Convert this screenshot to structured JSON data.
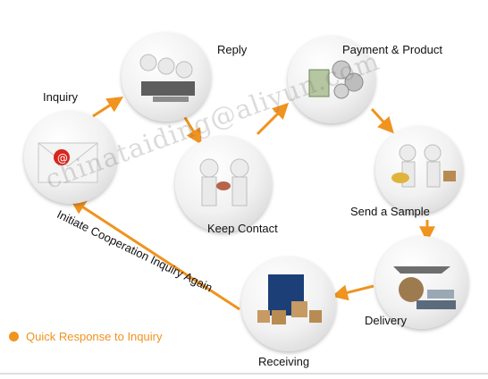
{
  "steps": {
    "inquiry": "Inquiry",
    "reply": "Reply",
    "payment": "Payment & Product",
    "sample": "Send a Sample",
    "delivery": "Delivery",
    "receiving": "Receiving",
    "contact": "Keep Contact"
  },
  "cycle_label": "Initiate Cooperation Inquiry Again",
  "watermark": "chinataiding@aliyun.com",
  "legend": {
    "text": "Quick Response to Inquiry",
    "color": "#f0931f"
  },
  "colors": {
    "arrow": "#f0931f",
    "circle_edge": "#cfcfcf",
    "email_red": "#d9251c"
  },
  "icons": [
    "email-icon",
    "call-center-icon",
    "money-gears-icon",
    "handing-package-icon",
    "airplane-ship-icon",
    "warehouse-boxes-icon",
    "handshake-people-icon"
  ]
}
